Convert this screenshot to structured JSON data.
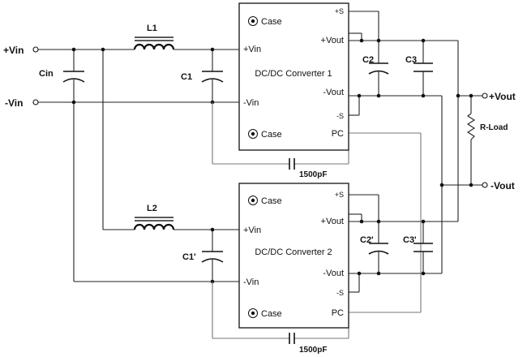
{
  "inputs": {
    "vin_pos": "+Vin",
    "vin_neg": "-Vin"
  },
  "outputs": {
    "vout_pos": "+Vout",
    "vout_neg": "-Vout",
    "load": "R-Load"
  },
  "components": {
    "cin": "Cin",
    "l1": "L1",
    "l2": "L2",
    "c1": "C1",
    "c1p": "C1'",
    "c2": "C2",
    "c2p": "C2'",
    "c3": "C3",
    "c3p": "C3'"
  },
  "converter1": {
    "title": "DC/DC Converter 1",
    "case_top": "Case",
    "case_bottom": "Case",
    "vin_pos": "+Vin",
    "vin_neg": "-Vin",
    "sense_pos": "+S",
    "vout_pos": "+Vout",
    "vout_neg": "-Vout",
    "sense_neg": "-S",
    "pc": "PC"
  },
  "converter2": {
    "title": "DC/DC Converter 2",
    "case_top": "Case",
    "case_bottom": "Case",
    "vin_pos": "+Vin",
    "vin_neg": "-Vin",
    "sense_pos": "+S",
    "vout_pos": "+Vout",
    "vout_neg": "-Vout",
    "sense_neg": "-S",
    "pc": "PC"
  },
  "y_caps": {
    "cap1": "1500pF",
    "cap2": "1500pF"
  }
}
